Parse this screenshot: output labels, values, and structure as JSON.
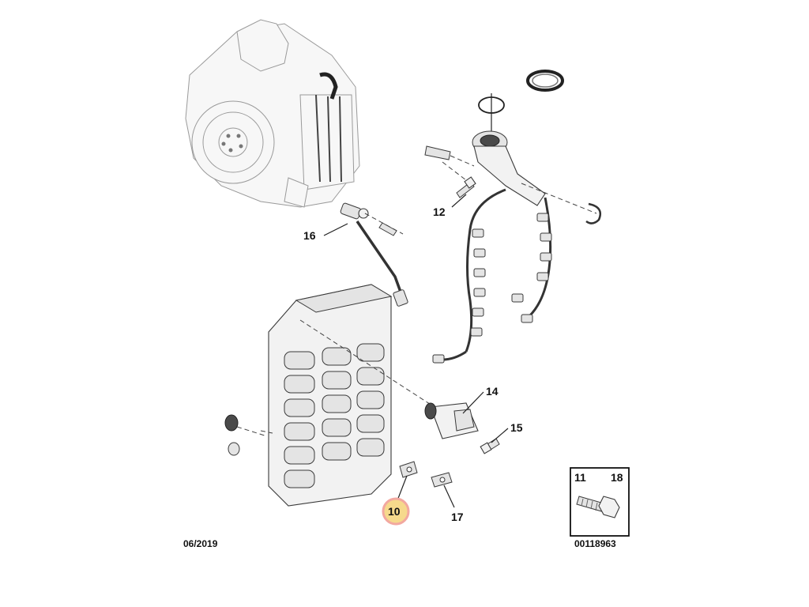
{
  "callouts": [
    {
      "key": "16",
      "text": "16"
    },
    {
      "key": "12",
      "text": "12"
    },
    {
      "key": "14",
      "text": "14"
    },
    {
      "key": "15",
      "text": "15"
    },
    {
      "key": "10",
      "text": "10",
      "highlighted": true
    },
    {
      "key": "17",
      "text": "17"
    }
  ],
  "inset": {
    "left_label": "11",
    "right_label": "18"
  },
  "footer": {
    "date": "06/2019",
    "reference": "00118963"
  },
  "colors": {
    "highlight_fill": "#f6d98c",
    "highlight_ring": "#f2a8a0",
    "line": "#222222"
  }
}
